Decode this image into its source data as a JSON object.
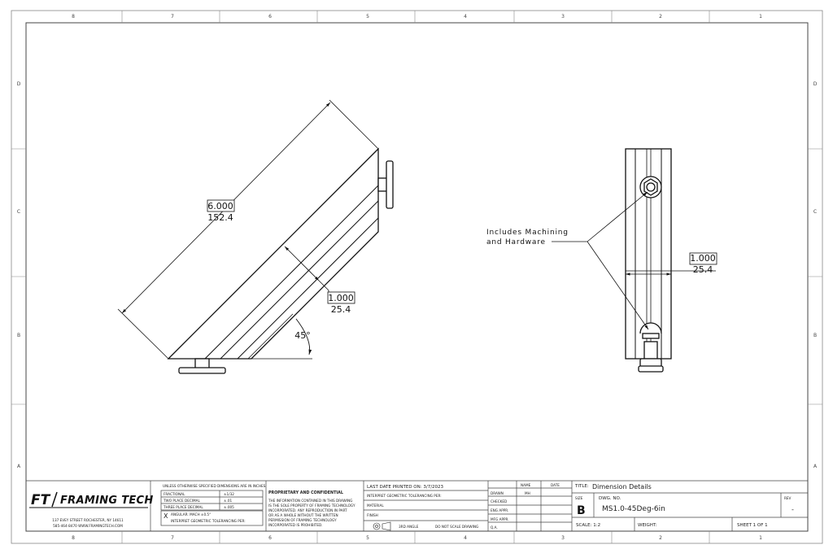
{
  "zones_top": [
    "8",
    "7",
    "6",
    "5",
    "4",
    "3",
    "2",
    "1"
  ],
  "zones_side": [
    "D",
    "C",
    "B",
    "A"
  ],
  "dimensions": {
    "length_in": "6.000",
    "length_mm": "152.4",
    "width_in": "1.000",
    "width_mm": "25.4",
    "angle": "45°",
    "side_width_in": "1.000",
    "side_width_mm": "25.4"
  },
  "note": {
    "line1": "Includes Machining",
    "line2": "and Hardware"
  },
  "logo": {
    "mark": "FT",
    "name": "FRAMING TECH",
    "address": "137 EVEY STREET  ROCHESTER, NY 14611",
    "contact": "585-464-8470  WWW.FRAMINGTECH.COM"
  },
  "tolerance_block": {
    "header": "UNLESS OTHERWISE SPECIFIED DIMENSIONS ARE IN INCHES",
    "rows": [
      [
        "FRACTIONAL",
        "±1/32"
      ],
      [
        "TWO PLACE DECIMAL",
        "±.01"
      ],
      [
        "THREE PLACE DECIMAL",
        "±.005"
      ]
    ],
    "angular": "ANGULAR: MACH ±0.5°",
    "interpret": "INTERPRET GEOMETRIC TOLERANCING PER:"
  },
  "proprietary": {
    "title": "PROPRIETARY AND CONFIDENTIAL",
    "body": [
      "THE INFORMATION CONTAINED IN THIS DRAWING",
      "IS THE SOLE PROPERTY OF FRAMING TECHNOLOGY",
      "INCORPORATED. ANY REPRODUCTION IN PART",
      "OR AS A WHOLE WITHOUT THE WRITTEN",
      "PERMISSION OF FRAMING TECHNOLOGY",
      "INCORPORATED IS PROHIBITED."
    ]
  },
  "print_block": {
    "last_printed": "LAST DATE PRINTED ON: 3/7/2023",
    "interpret": "INTERPRET GEOMETRIC TOLERANCING PER:",
    "material": "MATERIAL",
    "finish": "FINISH",
    "third_angle": "3RD ANGLE",
    "no_scale": "DO NOT SCALE DRAWING"
  },
  "approvals": {
    "name_header": "NAME",
    "date_header": "DATE",
    "rows": [
      {
        "label": "DRAWN",
        "name": "MH",
        "date": ""
      },
      {
        "label": "CHECKED",
        "name": "",
        "date": ""
      },
      {
        "label": "ENG APPR.",
        "name": "",
        "date": ""
      },
      {
        "label": "MFG APPR.",
        "name": "",
        "date": ""
      },
      {
        "label": "Q.A.",
        "name": "",
        "date": ""
      }
    ]
  },
  "title_block": {
    "title_label": "TITLE:",
    "title": "Dimension Details",
    "size_label": "SIZE",
    "size": "B",
    "dwg_label": "DWG. NO.",
    "dwg_no": "MS1.0-45Deg-6in",
    "rev_label": "REV",
    "rev": "-",
    "scale": "SCALE: 1:2",
    "weight": "WEIGHT:",
    "sheet": "SHEET 1 OF 1"
  }
}
